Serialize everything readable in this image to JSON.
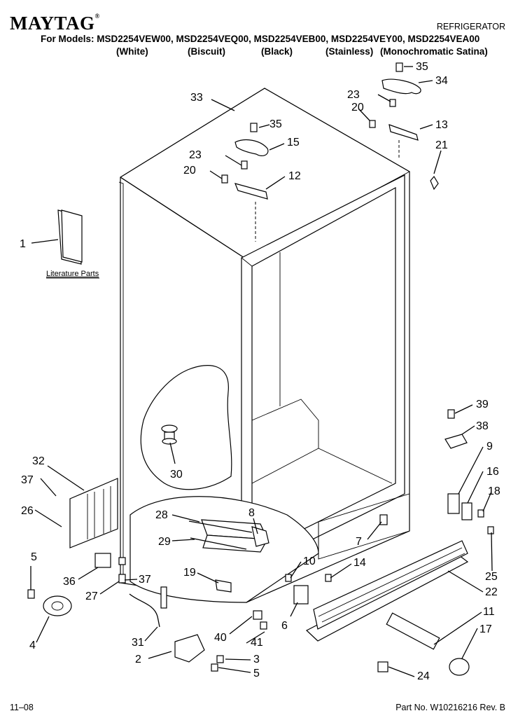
{
  "header": {
    "brand": "MAYTAG",
    "brand_mark": "®",
    "category": "REFRIGERATOR",
    "models_line": "For Models: MSD2254VEW00, MSD2254VEQ00, MSD2254VEB00, MSD2254VEY00, MSD2254VEA00",
    "variants": [
      "(White)",
      "(Biscuit)",
      "(Black)",
      "(Stainless)",
      "(Monochromatic Satina)"
    ]
  },
  "diagram": {
    "literature_label": "Literature Parts",
    "callouts": [
      "35",
      "34",
      "23",
      "33",
      "20",
      "13",
      "35",
      "15",
      "21",
      "23",
      "20",
      "12",
      "1",
      "39",
      "38",
      "30",
      "9",
      "32",
      "16",
      "37",
      "18",
      "26",
      "8",
      "28",
      "7",
      "29",
      "25",
      "5",
      "10",
      "14",
      "19",
      "36",
      "37",
      "22",
      "27",
      "11",
      "6",
      "17",
      "40",
      "4",
      "31",
      "41",
      "2",
      "3",
      "5",
      "24"
    ]
  },
  "footer": {
    "date": "11–08",
    "part_number": "Part No. W10216216 Rev. B"
  }
}
